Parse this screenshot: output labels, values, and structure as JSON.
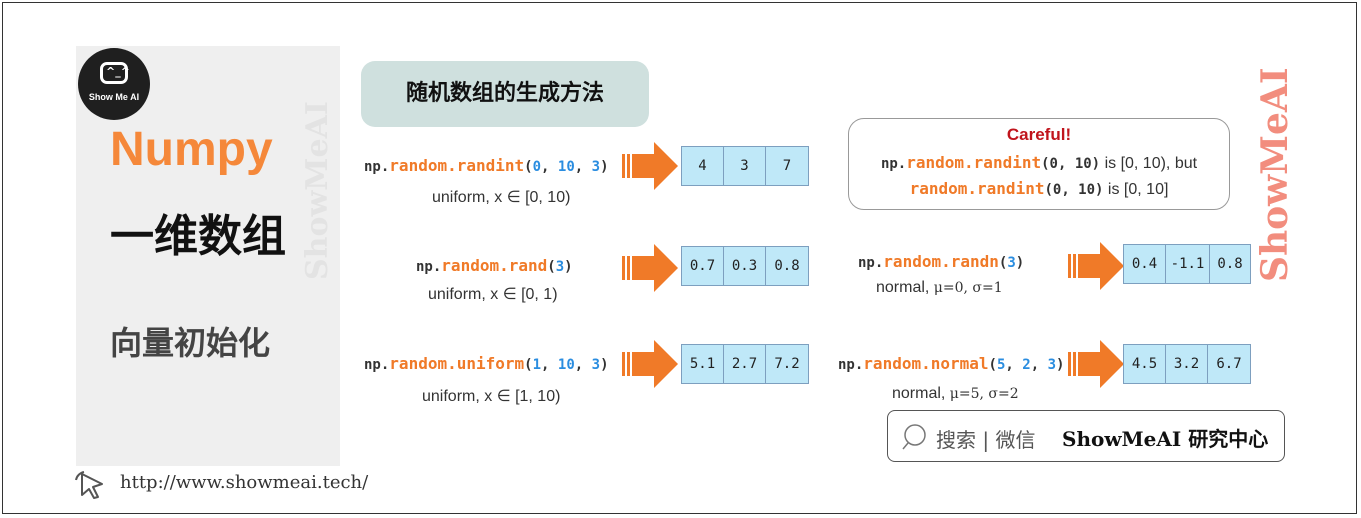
{
  "branding": {
    "logo_text": "Show Me AI",
    "logo_eyes": "^_^",
    "watermark": "ShowMeAI",
    "url": "http://www.showmeai.tech/"
  },
  "left": {
    "title": "Numpy",
    "subtitle": "一维数组",
    "topic": "向量初始化"
  },
  "section_label": "随机数组的生成方法",
  "examples": [
    {
      "prefix": "np.",
      "mod": "random.",
      "fn": "randint",
      "open": "(",
      "args": [
        "0",
        "10",
        "3"
      ],
      "close": ")",
      "desc_main": "uniform, x ∈ [0, 10)",
      "desc_greek": "",
      "values": [
        "4",
        "3",
        "7"
      ]
    },
    {
      "prefix": "np.",
      "mod": "random.",
      "fn": "rand",
      "open": "(",
      "args": [
        "3"
      ],
      "close": ")",
      "desc_main": "uniform, x ∈ [0, 1)",
      "desc_greek": "",
      "values": [
        "0.7",
        "0.3",
        "0.8"
      ]
    },
    {
      "prefix": "np.",
      "mod": "random.",
      "fn": "uniform",
      "open": "(",
      "args": [
        "1",
        "10",
        "3"
      ],
      "close": ")",
      "desc_main": "uniform, x ∈ [1, 10)",
      "desc_greek": "",
      "values": [
        "5.1",
        "2.7",
        "7.2"
      ]
    },
    {
      "prefix": "np.",
      "mod": "random.",
      "fn": "randn",
      "open": "(",
      "args": [
        "3"
      ],
      "close": ")",
      "desc_main": "normal, ",
      "desc_greek": "μ=0,  σ=1",
      "values": [
        "0.4",
        "-1.1",
        "0.8"
      ]
    },
    {
      "prefix": "np.",
      "mod": "random.",
      "fn": "normal",
      "open": "(",
      "args": [
        "5",
        "2",
        "3"
      ],
      "close": ")",
      "desc_main": "normal, ",
      "desc_greek": "μ=5,  σ=2",
      "values": [
        "4.5",
        "3.2",
        "6.7"
      ]
    }
  ],
  "careful": {
    "title": "Careful!",
    "line1": {
      "prefix": "np.",
      "mod": "random.",
      "fn": "randint",
      "args": "(0, 10)",
      "text": " is [0, 10), but"
    },
    "line2": {
      "prefix": "",
      "mod": "random.",
      "fn": "randint",
      "args": "(0, 10)",
      "text": " is [0, 10]"
    }
  },
  "search": {
    "label": "搜索 | 微信",
    "brand": "ShowMeAI 研究中心"
  },
  "colors": {
    "accent_orange": "#f5883a",
    "function_orange": "#f07a28",
    "number_blue": "#2a8de0",
    "array_fill": "#bfe8f8",
    "label_fill": "#cfe0de",
    "careful_red": "#c0141c"
  }
}
